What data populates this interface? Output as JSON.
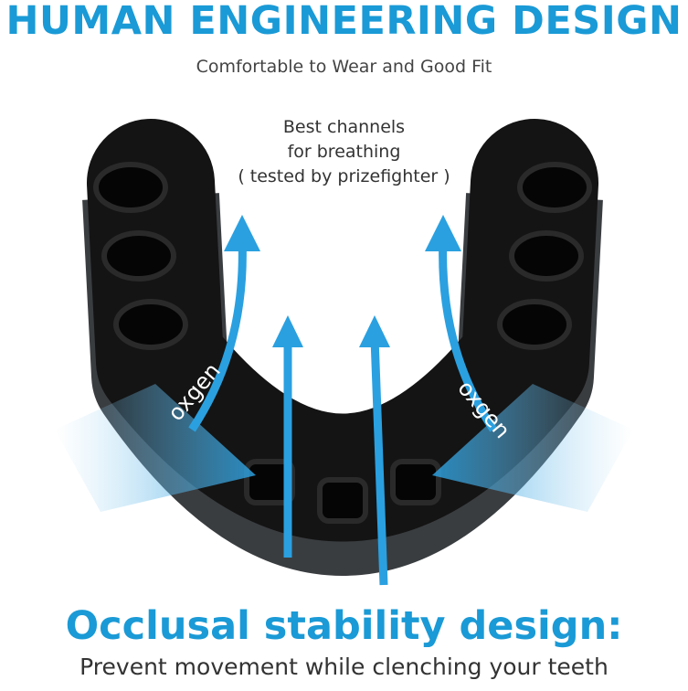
{
  "header": {
    "title": "HUMAN ENGINEERING DESIGN",
    "subtitle": "Comfortable to Wear and Good Fit"
  },
  "callout": {
    "lines": [
      "Best channels",
      "for breathing",
      "( tested by prizefighter )"
    ]
  },
  "labels": {
    "left": "oxgen",
    "right": "oxgen"
  },
  "footer": {
    "title": "Occlusal stability design:",
    "subtitle": "Prevent movement while clenching your teeth"
  },
  "colors": {
    "accent": "#1a9ad6",
    "guard": "#141414",
    "base": "#3a3d40"
  }
}
